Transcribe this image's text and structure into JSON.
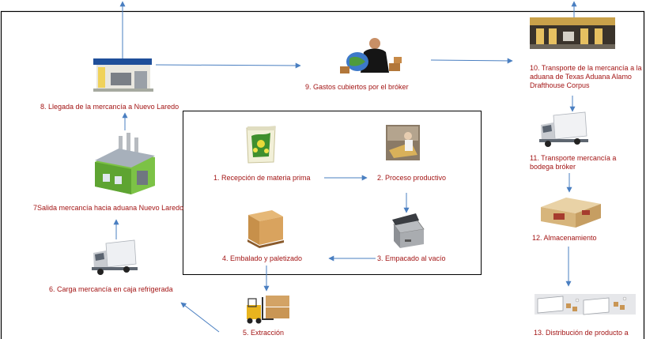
{
  "diagram": {
    "colors": {
      "label": "#a31515",
      "arrow": "#4a7fc1",
      "frame": "#000000"
    },
    "steps": [
      {
        "id": "s1",
        "label": "1. Recepción de materia prima",
        "icon": "seed-bag-icon"
      },
      {
        "id": "s2",
        "label": "2. Proceso productivo",
        "icon": "production-icon"
      },
      {
        "id": "s3",
        "label": "3. Empacado al vacío",
        "icon": "vacuum-sealer-icon"
      },
      {
        "id": "s4",
        "label": "4. Embalado y paletizado",
        "icon": "pallet-box-icon"
      },
      {
        "id": "s5",
        "label": "5. Extracción",
        "icon": "forklift-icon"
      },
      {
        "id": "s6",
        "label": "6. Carga mercancía en caja refrigerada",
        "icon": "truck-icon"
      },
      {
        "id": "s7",
        "label": "7Salida mercancía hacia aduana Nuevo Laredo",
        "icon": "factory-icon"
      },
      {
        "id": "s8",
        "label": "8. Llegada de la mercancía a Nuevo Laredo",
        "icon": "customs-station-icon"
      },
      {
        "id": "s9",
        "label": "9.  Gastos cubiertos por el bróker",
        "icon": "broker-icon"
      },
      {
        "id": "s10",
        "label": "10. Transporte de la mercancía a la aduana de Texas Aduana Alamo Drafthouse Corpus",
        "icon": "border-crossing-icon"
      },
      {
        "id": "s11",
        "label": "11. Transporte mercancía a bodega bróker",
        "icon": "truck-icon"
      },
      {
        "id": "s12",
        "label": "12. Almacenamiento",
        "icon": "warehouse-icon"
      },
      {
        "id": "s13",
        "label": "13. Distribución de producto a",
        "icon": "distribution-icon"
      }
    ]
  }
}
